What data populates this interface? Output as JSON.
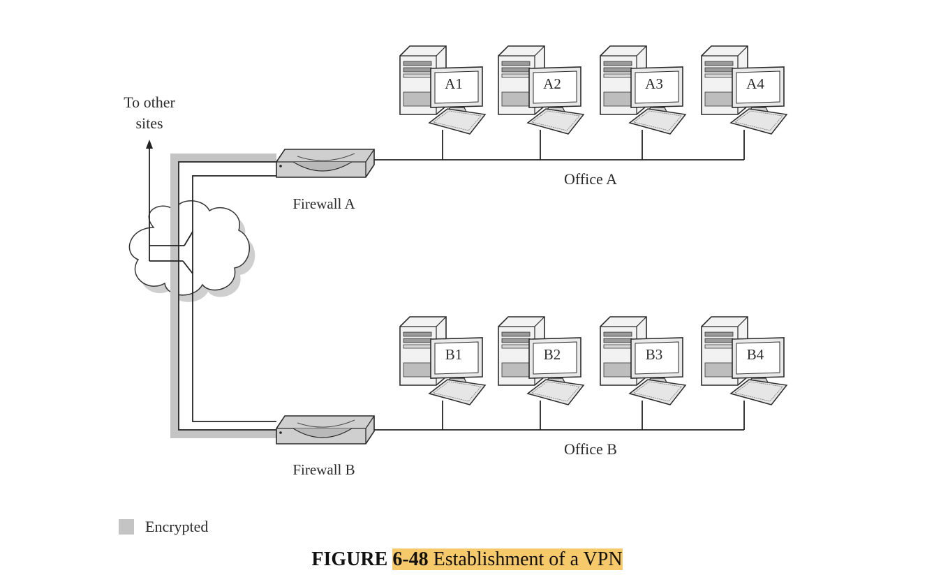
{
  "colors": {
    "encrypted_tunnel": "#c4c4c4",
    "highlight": "#f6c96a",
    "line": "#222222"
  },
  "labels": {
    "to_other_sites_line1": "To other",
    "to_other_sites_line2": "sites",
    "firewall_a": "Firewall A",
    "firewall_b": "Firewall B",
    "office_a": "Office A",
    "office_b": "Office B"
  },
  "office_a_computers": [
    "A1",
    "A2",
    "A3",
    "A4"
  ],
  "office_b_computers": [
    "B1",
    "B2",
    "B3",
    "B4"
  ],
  "legend": {
    "label": "Encrypted"
  },
  "caption": {
    "figure_word": "FIGURE",
    "figure_number": "6-48",
    "title": "Establishment of a VPN"
  },
  "icons": [
    "computer-icon",
    "firewall-icon",
    "cloud-icon",
    "arrow-up-icon"
  ]
}
